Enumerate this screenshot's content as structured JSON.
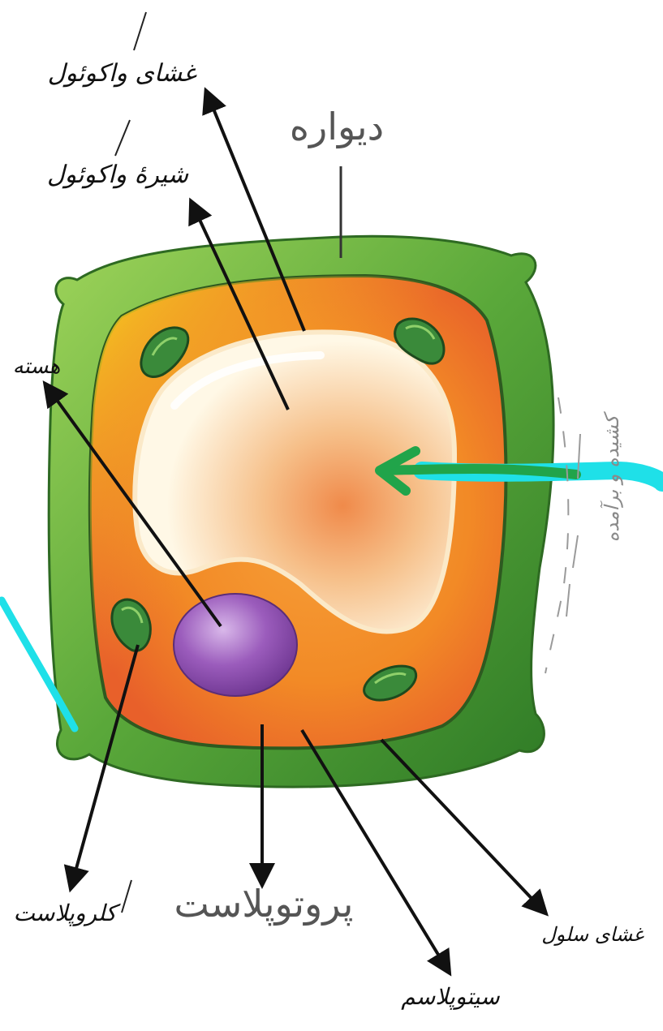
{
  "diagram": {
    "printed_labels": {
      "wall": "دیواره",
      "protoplast": "پروتوپلاست"
    },
    "handwritten_labels": {
      "vacuole_membrane": "غشای واکوئول",
      "vacuole_sap": "شیرۀ واکوئول",
      "nucleus": "هسته",
      "chloroplast": "کلروپلاست",
      "cytoplasm": "سیتوپلاسم",
      "cell_membrane": "غشای سلول",
      "stretched_vacuole": "کشیده و برآمده"
    },
    "colors": {
      "cell_wall_outer": "#3f8f2f",
      "cell_wall_inner": "#7cc242",
      "cytoplasm": "#f28a26",
      "vacuole": "#fdf6e0",
      "nucleus": "#8b4fa8",
      "chloroplast": "#3a8a3a",
      "arrow": "#111111",
      "green_marker": "#21a44a",
      "cyan_marker": "#1fe0e8"
    }
  }
}
